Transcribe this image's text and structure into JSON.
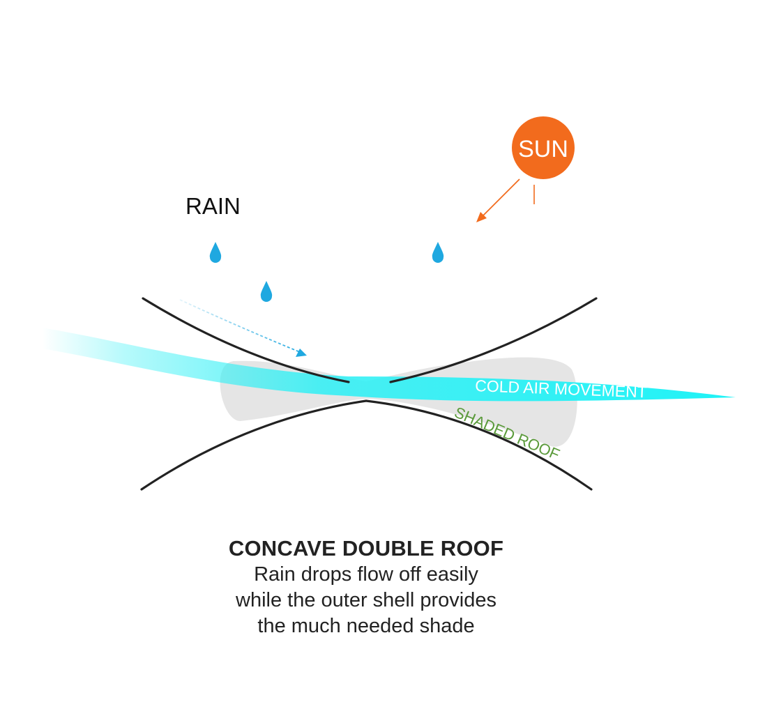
{
  "labels": {
    "sun": "SUN",
    "rain": "RAIN",
    "cold_air": "COLD AIR MOVEMENT",
    "shaded_roof": "SHADED ROOF"
  },
  "caption": {
    "title": "CONCAVE DOUBLE ROOF",
    "lines": [
      "Rain drops flow off easily",
      "while the outer shell provides",
      "the much needed shade"
    ]
  },
  "colors": {
    "sun": "#F26B1D",
    "rain": "#1FA8E0",
    "air": "#2EF0F5",
    "shade": "#E5E5E5",
    "roof": "#222222",
    "shaded_label": "#5A9A3A",
    "air_label": "#FFFFFF"
  }
}
